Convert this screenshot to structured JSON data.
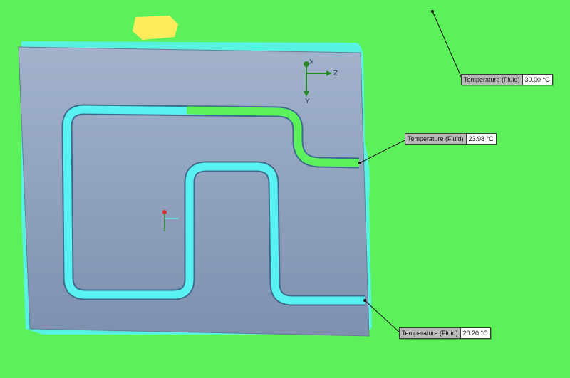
{
  "scene": {
    "background_color": "#5cf05a",
    "plate_color": "#8ea1bf",
    "channel_cold_color": "#58f2f2",
    "channel_warm_color": "#5cf05a",
    "hot_spot_color": "#ffec5c"
  },
  "triad": {
    "x_label": "X",
    "y_label": "Y",
    "z_label": "Z",
    "x_color": "#2a8a2a",
    "y_color": "#2a8a2a",
    "z_color": "#2a8a2a"
  },
  "probes": [
    {
      "name": "Temperature (Fluid)",
      "value": "30.00 °C"
    },
    {
      "name": "Temperature (Fluid)",
      "value": "23.98 °C"
    },
    {
      "name": "Temperature (Fluid)",
      "value": "20.20 °C"
    }
  ]
}
